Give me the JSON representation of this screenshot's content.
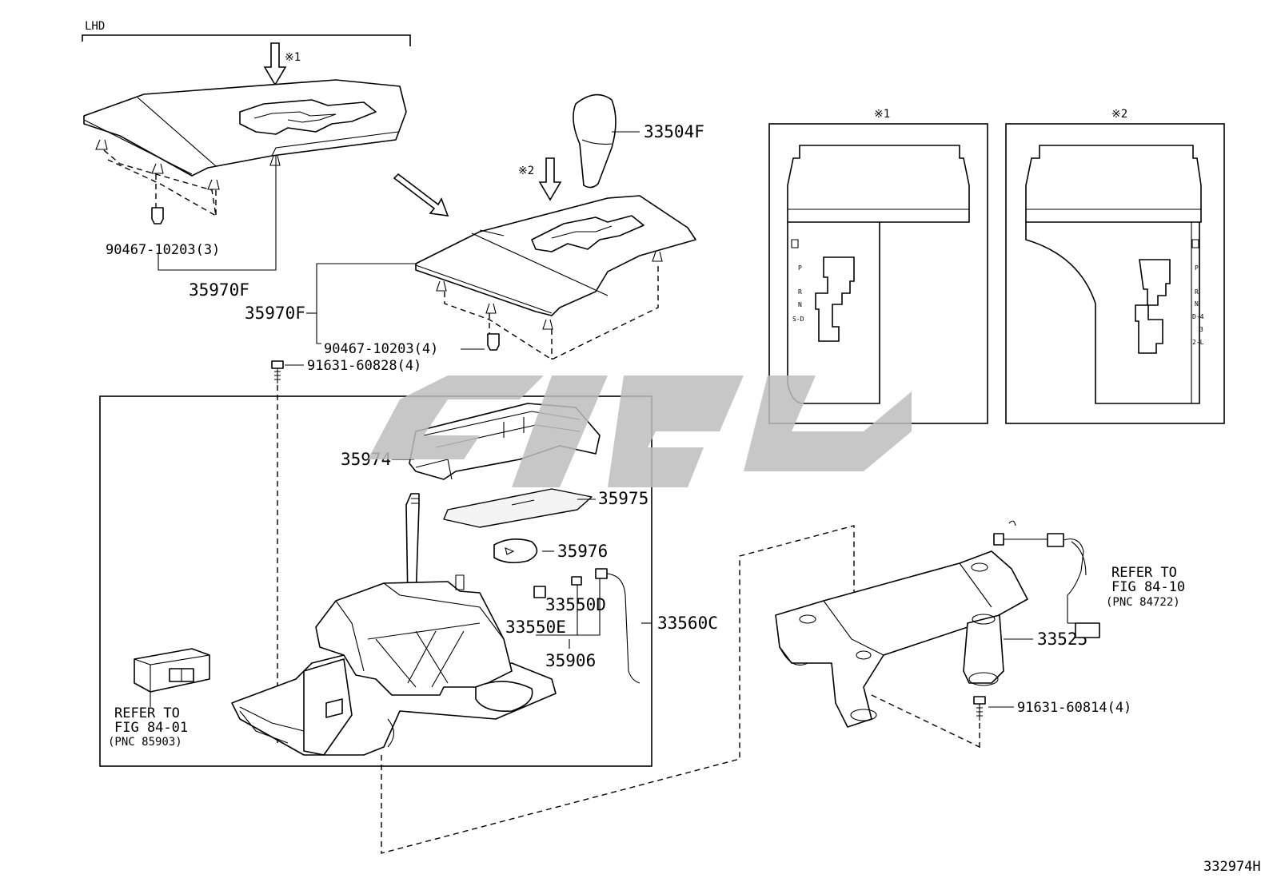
{
  "header": {
    "lhd_label": "LHD"
  },
  "callouts": {
    "note1_marker": "※1",
    "note2_marker": "※2",
    "view1_title": "※1",
    "view2_title": "※2"
  },
  "parts": {
    "p33504F": "33504F",
    "p35970F_left": "35970F",
    "p35970F_right": "35970F",
    "p90467_3": "90467-10203(3)",
    "p90467_4": "90467-10203(4)",
    "p91631_60828": "91631-60828(4)",
    "p35974": "35974",
    "p35975": "35975",
    "p35976": "35976",
    "p33550D": "33550D",
    "p33550E": "33550E",
    "p35906": "35906",
    "p33560C": "33560C",
    "p33525": "33525",
    "p91631_60814": "91631-60814(4)"
  },
  "references": {
    "ref1": {
      "line1": "REFER TO",
      "line2": "FIG 84-01",
      "line3": "(PNC 85903)"
    },
    "ref2": {
      "line1": "REFER TO",
      "line2": "FIG 84-10",
      "line3": "(PNC 84722)"
    }
  },
  "gate_labels": {
    "view1": [
      "P",
      "R",
      "N",
      "S-D"
    ],
    "view2": [
      "P",
      "R",
      "N",
      "D-4",
      "3",
      "2-L"
    ]
  },
  "footer": {
    "diagram_code": "332974H"
  }
}
